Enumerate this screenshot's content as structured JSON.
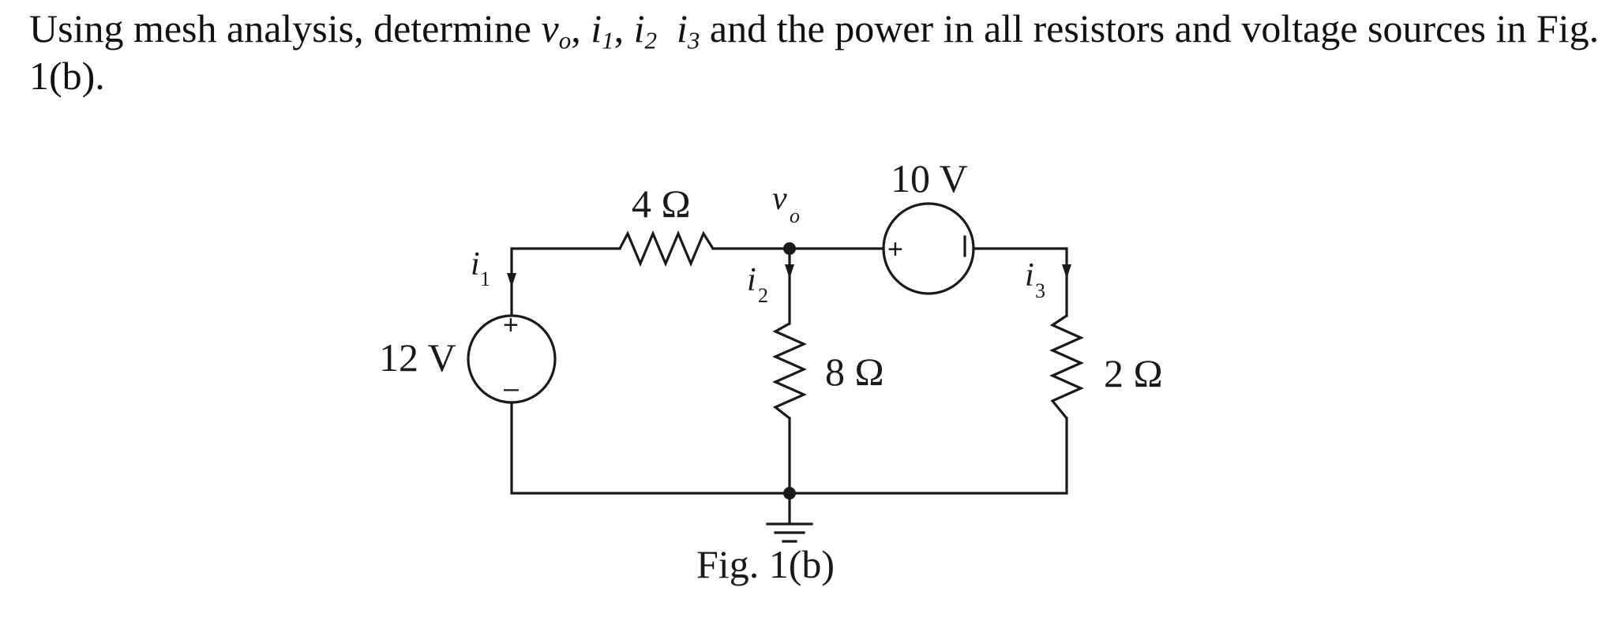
{
  "problem": {
    "text_before": "Using mesh analysis, determine ",
    "vo_var": "v",
    "vo_sub": "o",
    "i1_var": "i",
    "i1_sub": "1",
    "i2_var": "i",
    "i2_sub": "2",
    "i3_var": "i",
    "i3_sub": "3",
    "text_after": " and the power in all resistors and voltage sources in Fig. 1(b).",
    "sep_comma": ", "
  },
  "circuit": {
    "sources": {
      "v12": {
        "label": "12 V",
        "plus": "+",
        "minus": "–"
      },
      "v10": {
        "label": "10 V",
        "plus": "+",
        "minus": "–"
      }
    },
    "resistors": {
      "r4": {
        "label": "4 Ω"
      },
      "r8": {
        "label": "8 Ω"
      },
      "r2": {
        "label": "2 Ω"
      }
    },
    "node_label": {
      "var": "v",
      "sub": "o"
    },
    "currents": {
      "i1": {
        "var": "i",
        "sub": "1"
      },
      "i2": {
        "var": "i",
        "sub": "2"
      },
      "i3": {
        "var": "i",
        "sub": "3"
      }
    },
    "caption": "Fig. 1(b)"
  }
}
